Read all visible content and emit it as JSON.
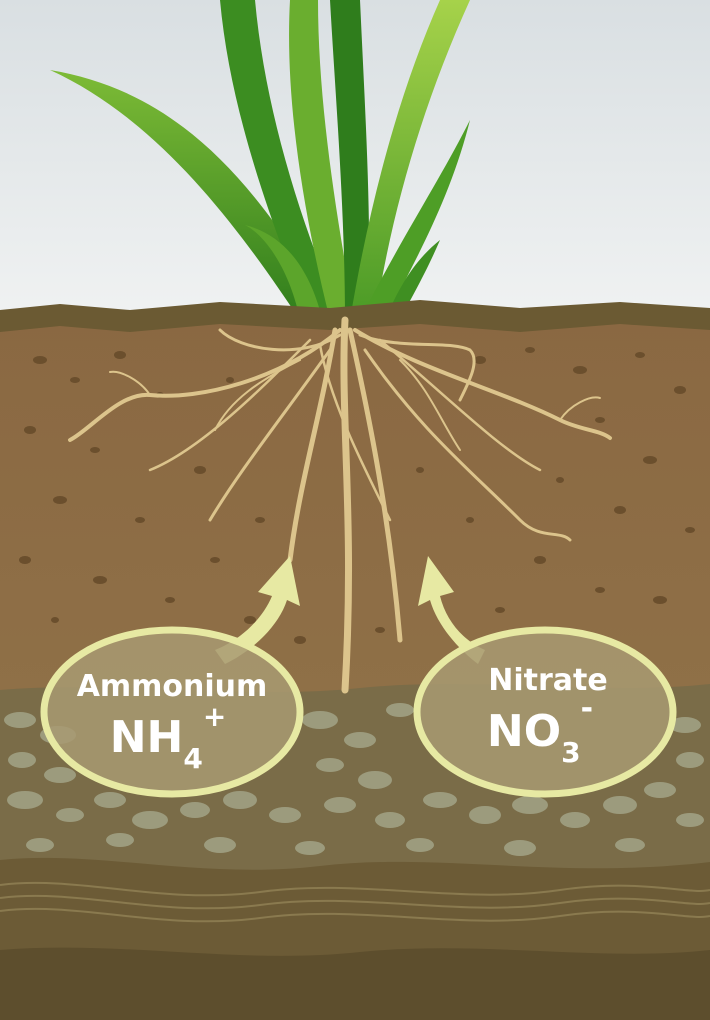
{
  "labels": {
    "ammonium": {
      "name": "Ammonium",
      "formula_base": "NH",
      "formula_subscript": "4",
      "formula_charge": "+"
    },
    "nitrate": {
      "name": "Nitrate",
      "formula_base": "NO",
      "formula_subscript": "3",
      "formula_charge": "-"
    }
  },
  "colors": {
    "sky_top": "#dfe4e6",
    "sky_bottom": "#eef1f1",
    "topsoil": "#8d6b45",
    "topsoil_dark": "#6e5233",
    "gravel_layer": "#7a6c48",
    "pebble": "#9a9a7c",
    "deep_soil": "#6a5a35",
    "root": "#d9c28a",
    "leaf_dark": "#3f8f22",
    "leaf_light": "#8cc63f",
    "bubble_fill": "#a89a72",
    "bubble_stroke": "#e7e9a3",
    "arrow": "#e7e9a3"
  }
}
